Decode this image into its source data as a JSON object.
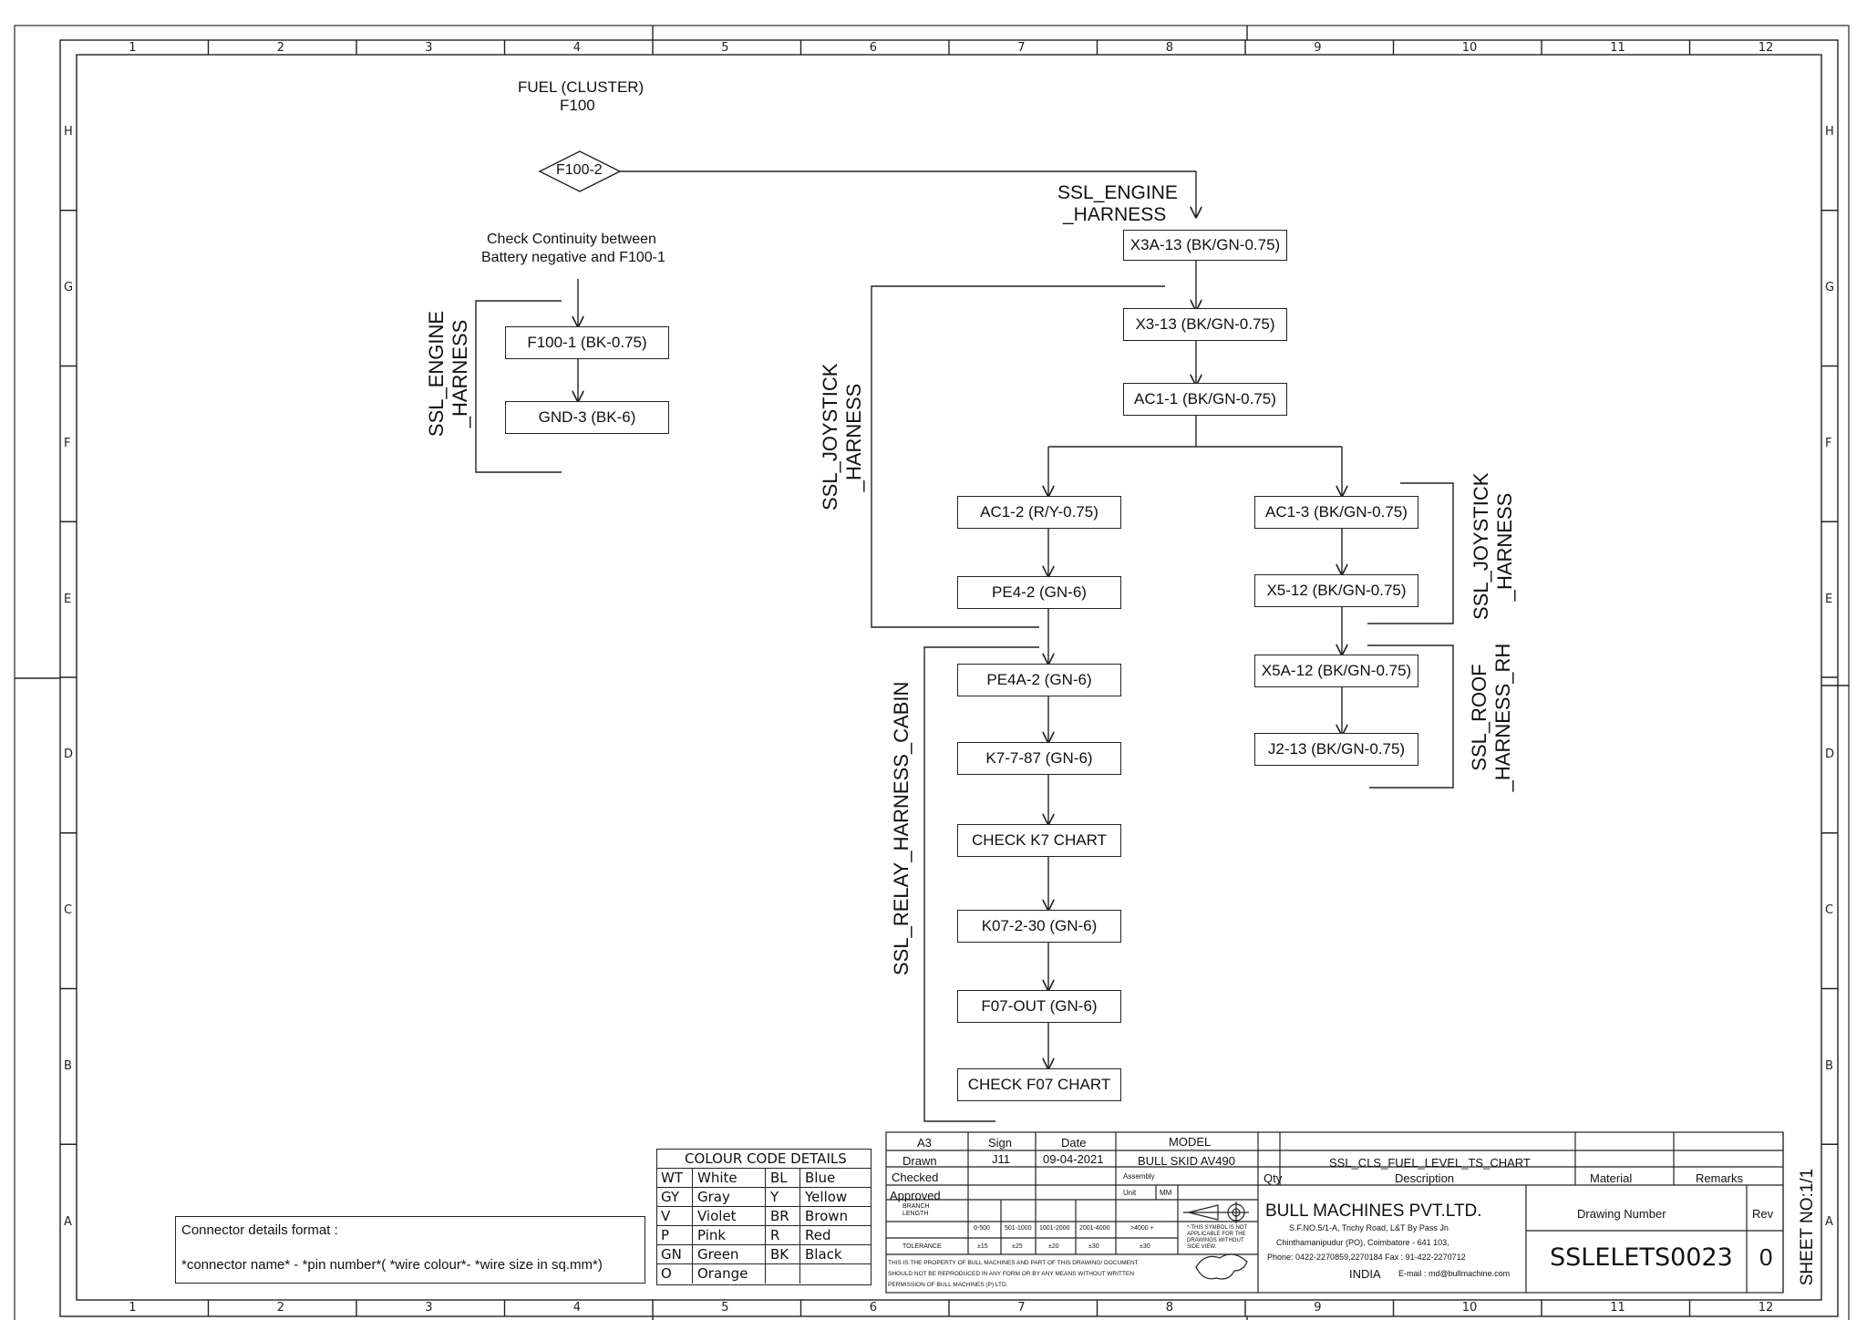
{
  "frame": {
    "columns": [
      "1",
      "2",
      "3",
      "4",
      "5",
      "6",
      "7",
      "8",
      "9",
      "10",
      "11",
      "12"
    ],
    "rows": [
      "H",
      "G",
      "F",
      "E",
      "D",
      "C",
      "B",
      "A"
    ]
  },
  "header": {
    "line1": "FUEL (CLUSTER)",
    "line2": "F100"
  },
  "start_node": "F100-2",
  "check_note": {
    "line1": "Check Continuity between",
    "line2": "Battery negative and F100-1"
  },
  "nodes": {
    "f100_1": "F100-1 (BK-0.75)",
    "gnd_3": "GND-3 (BK-6)",
    "x3a_13": "X3A-13 (BK/GN-0.75)",
    "x3_13": "X3-13 (BK/GN-0.75)",
    "ac1_1": "AC1-1 (BK/GN-0.75)",
    "ac1_2": "AC1-2 (R/Y-0.75)",
    "pe4_2": "PE4-2 (GN-6)",
    "pe4a_2": "PE4A-2 (GN-6)",
    "k7_7_87": "K7-7-87 (GN-6)",
    "check_k7": "CHECK K7 CHART",
    "k07_2_30": "K07-2-30 (GN-6)",
    "f07_out": "F07-OUT (GN-6)",
    "check_f07": "CHECK F07 CHART",
    "ac1_3": "AC1-3 (BK/GN-0.75)",
    "x5_12": "X5-12 (BK/GN-0.75)",
    "x5a_12": "X5A-12 (BK/GN-0.75)",
    "j2_13": "J2-13 (BK/GN-0.75)"
  },
  "harness_labels": {
    "engine_top": {
      "line1": "SSL_ENGINE",
      "line2": "_HARNESS"
    },
    "engine_left": {
      "line1": "SSL_ENGINE",
      "line2": "_HARNESS"
    },
    "joystick_left": {
      "line1": "SSL_JOYSTICK",
      "line2": "_HARNESS"
    },
    "joystick_right": {
      "line1": "SSL_JOYSTICK",
      "line2": "_HARNESS"
    },
    "roof_right": {
      "line1": "SSL_ROOF",
      "line2": "_HARNESS_RH"
    },
    "relay_cabin": "SSL_RELAY_HARNESS_CABIN"
  },
  "connector_format": {
    "title": "Connector details format :",
    "format": "*connector  name* - *pin number*( *wire colour*- *wire size in sq.mm*)"
  },
  "colour_codes": {
    "title": "COLOUR CODE DETAILS",
    "rows": [
      {
        "c1": "WT",
        "n1": "White",
        "c2": "BL",
        "n2": "Blue"
      },
      {
        "c1": "GY",
        "n1": "Gray",
        "c2": "Y",
        "n2": "Yellow"
      },
      {
        "c1": "V",
        "n1": "Violet",
        "c2": "BR",
        "n2": "Brown"
      },
      {
        "c1": "P",
        "n1": "Pink",
        "c2": "R",
        "n2": "Red"
      },
      {
        "c1": "GN",
        "n1": "Green",
        "c2": "BK",
        "n2": "Black"
      },
      {
        "c1": "O",
        "n1": "Orange",
        "c2": "",
        "n2": ""
      }
    ]
  },
  "title_block": {
    "size": "A3",
    "sign_label": "Sign",
    "date_label": "Date",
    "model_label": "MODEL",
    "drawn_label": "Drawn",
    "drawn_sign": "J11",
    "drawn_date": "09-04-2021",
    "model": "BULL SKID AV490",
    "checked_label": "Checked",
    "assembly_label": "Assembly",
    "approved_label": "Approved",
    "unit_label": "Unit",
    "unit": "MM",
    "branch_length": "BRANCH LENGTH",
    "tolerance": "TOLERANCE",
    "ranges": [
      "0-500",
      "501-1000",
      "1001-2000",
      "2001-4000",
      ">4000 +"
    ],
    "tolerances": [
      "±15",
      "±25",
      "±20",
      "±30",
      "±30"
    ],
    "symbol_note": "*-THIS SYMBOL IS NOT APPLICABLE FOR THE DRAWINGS WITHOUT SIDE VIEW.",
    "property_note": "THIS IS THE PROPERTY OF BULL MACHINES AND               PART OF THIS DRAWING/ DOCUMENT SHOULD NOT BE      REPRODUCED IN ANY FORM OR BY ANY MEANS WITHOUT WRITTEN PERMISSION OF BULL MACHINES (P) LTD.",
    "drawing_title": "SSL_CLS_FUEL_LEVEL_TS_CHART",
    "qty_label": "Qty",
    "description_label": "Description",
    "material_label": "Material",
    "remarks_label": "Remarks",
    "company": "BULL MACHINES PVT.LTD.",
    "address1": "S.F.NO.5/1-A, Trichy Road, L&T By Pass Jn",
    "address2": "Chinthamanipudur (PO), Coimbatore - 641 103,",
    "phone": "Phone: 0422-2270859,2270184 Fax : 91-422-2270712",
    "country": "INDIA",
    "email": "E-mail : md@bullmachine.com",
    "drawing_number_label": "Drawing Number",
    "rev_label": "Rev",
    "drawing_number": "SSLELETS0023",
    "rev": "0",
    "sheet": "SHEET NO:1/1"
  }
}
